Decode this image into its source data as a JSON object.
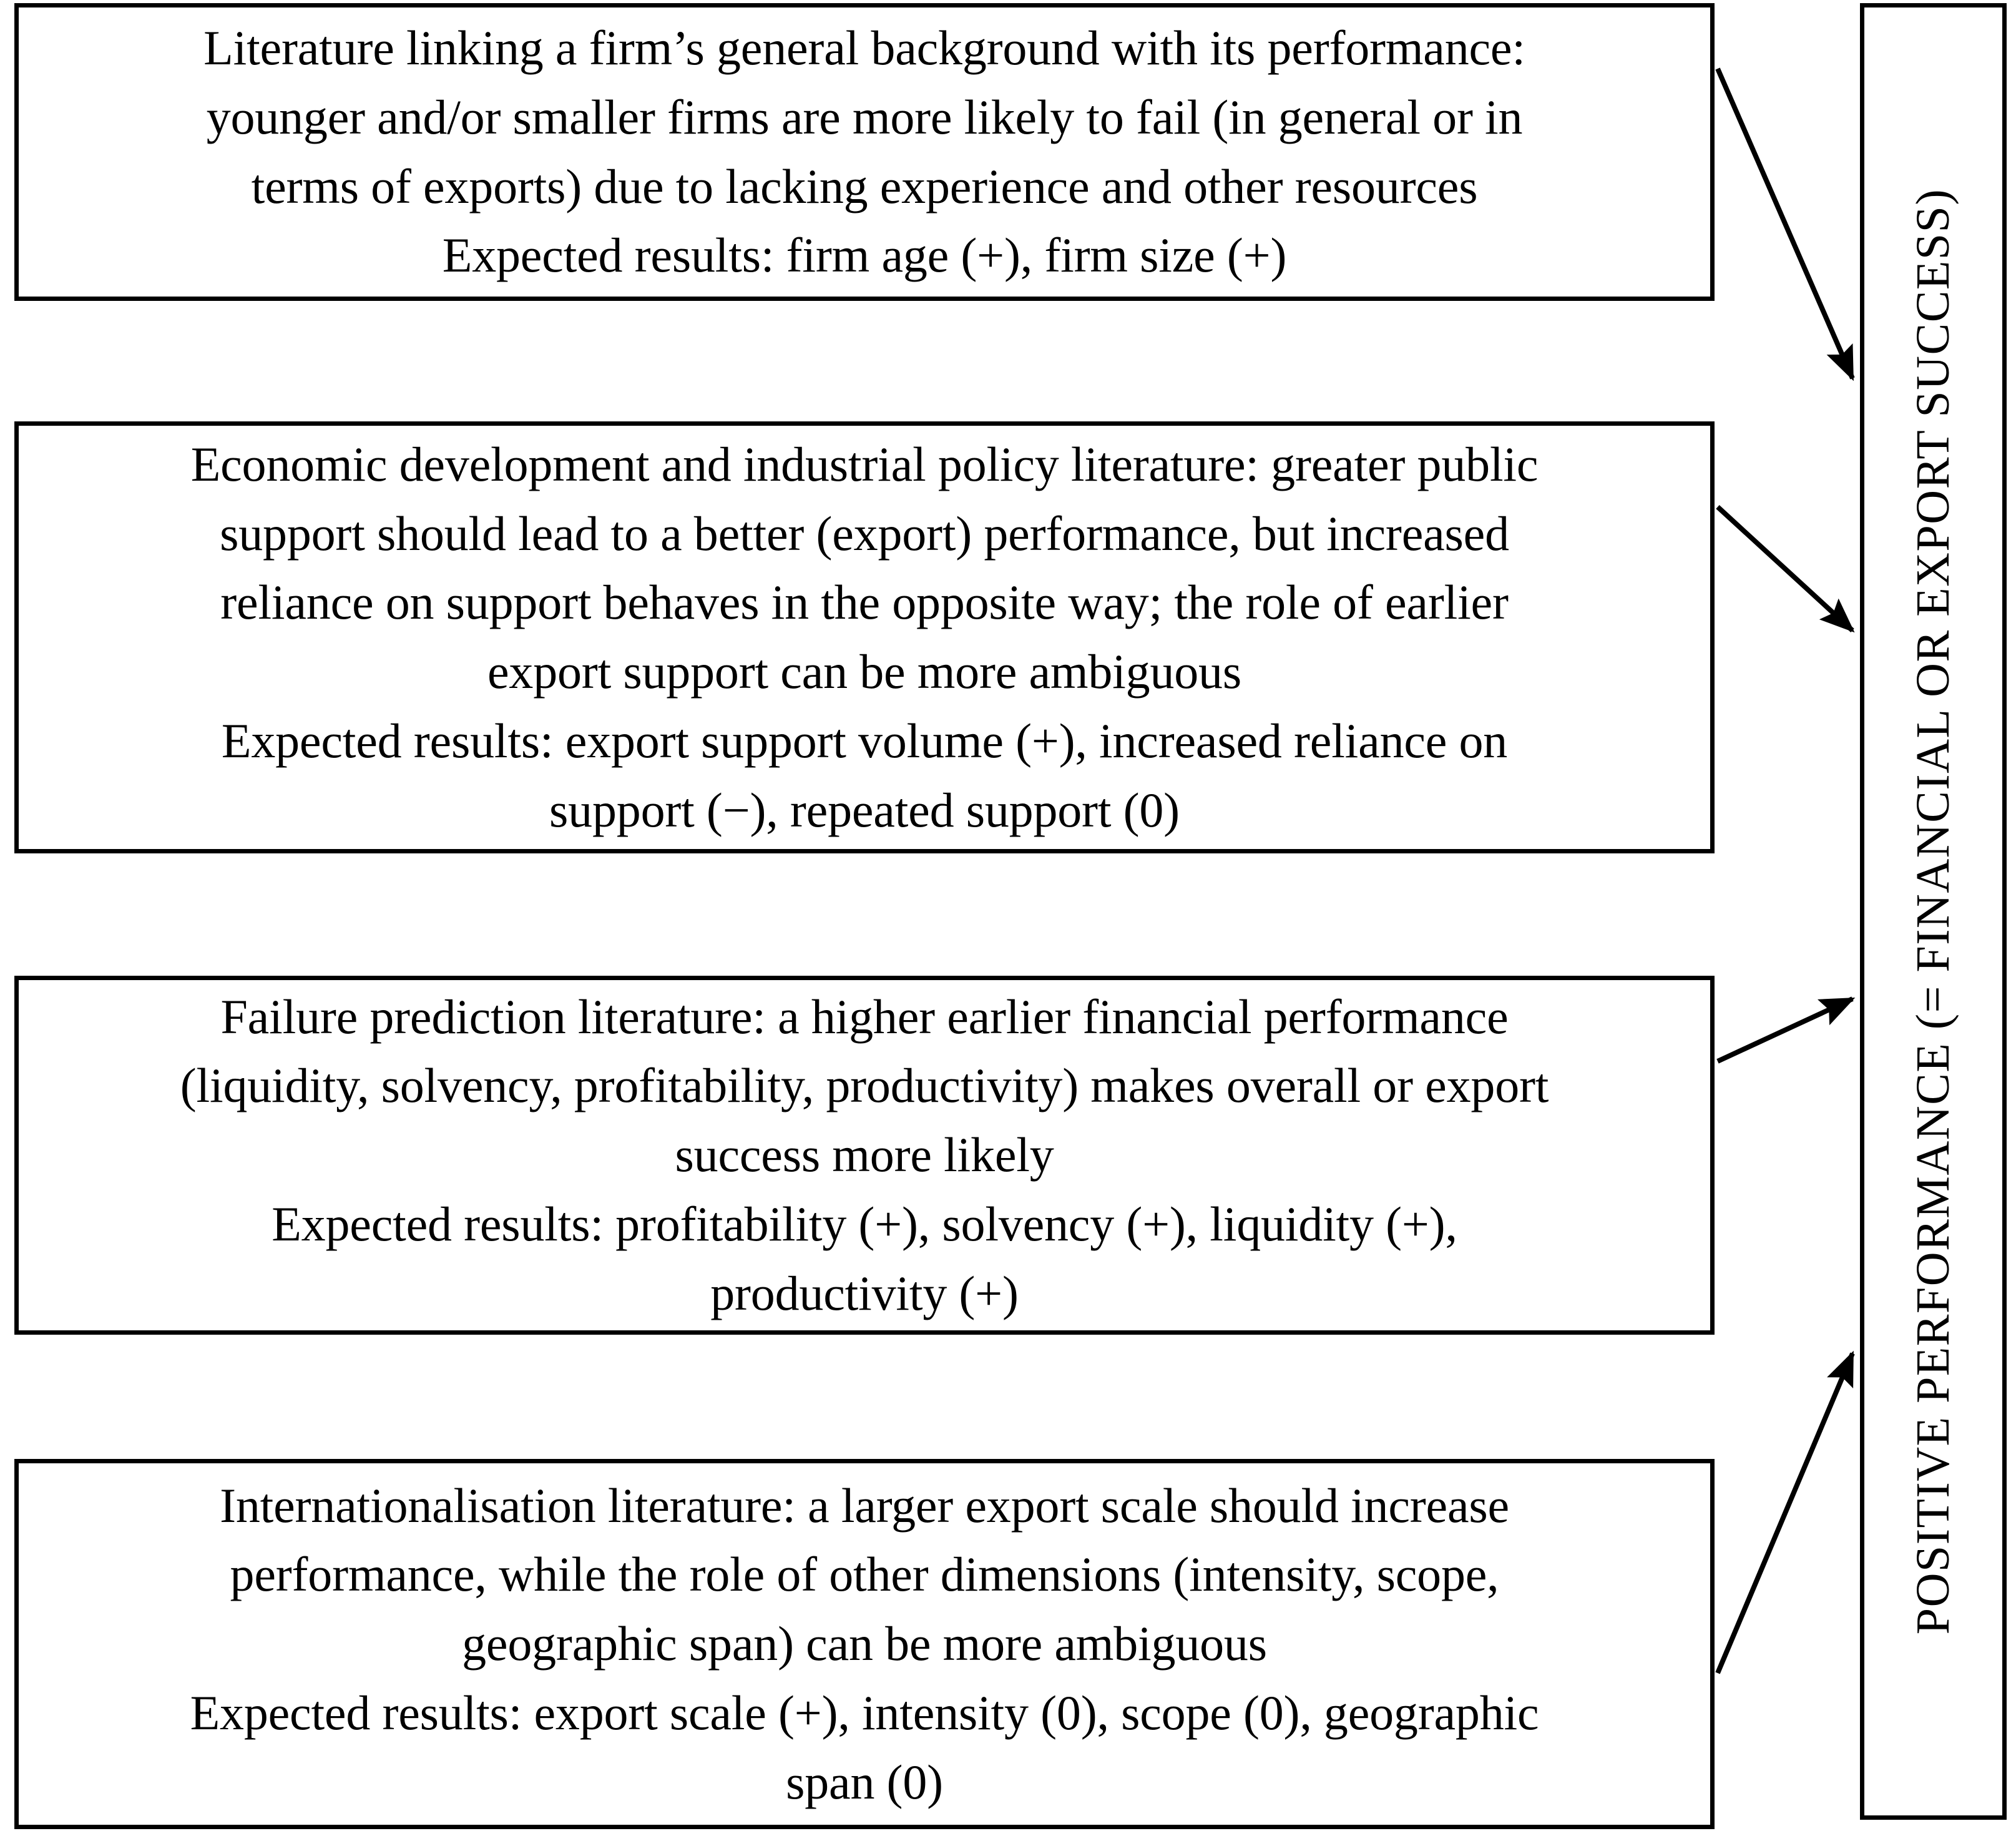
{
  "figure": {
    "type": "conceptual-framework-diagram",
    "orientation": "four antecedent literature boxes on the left, each with an arrow pointing to a single outcome panel on the right"
  },
  "outcome": {
    "label": "POSITIVE PERFORMANCE (= FINANCIAL OR EXPORT SUCCESS)"
  },
  "boxes": [
    {
      "id": "general-background",
      "lines": [
        "Literature linking a firm’s general background with its performance:",
        "younger and/or smaller firms are more likely to fail (in general or in",
        "terms of exports) due to lacking experience and other resources",
        "Expected results: firm age (+), firm size (+)"
      ]
    },
    {
      "id": "economic-development-industrial-policy",
      "lines": [
        "Economic development and industrial policy literature: greater public",
        "support should lead to a better (export) performance, but increased",
        "reliance on support behaves in the opposite way; the role of earlier",
        "export support can be more ambiguous",
        "Expected results: export support volume (+), increased reliance on",
        "support (−), repeated support (0)"
      ]
    },
    {
      "id": "failure-prediction",
      "lines": [
        "Failure prediction literature: a higher earlier financial performance",
        "(liquidity, solvency, profitability, productivity) makes overall or export",
        "success more likely",
        "Expected results: profitability (+), solvency (+), liquidity (+),",
        "productivity (+)"
      ]
    },
    {
      "id": "internationalisation",
      "lines": [
        "Internationalisation literature: a larger export scale should increase",
        "performance, while the role of other dimensions (intensity, scope,",
        "geographic span) can be more ambiguous",
        "Expected results: export scale (+), intensity (0), scope (0), geographic",
        "span (0)"
      ]
    }
  ],
  "arrows": [
    {
      "id": "arrow-box-1-to-outcome",
      "from": "general-background",
      "to": "outcome",
      "direction": "down-right"
    },
    {
      "id": "arrow-box-2-to-outcome",
      "from": "economic-development-industrial-policy",
      "to": "outcome",
      "direction": "down-right"
    },
    {
      "id": "arrow-box-3-to-outcome",
      "from": "failure-prediction",
      "to": "outcome",
      "direction": "up-right"
    },
    {
      "id": "arrow-box-4-to-outcome",
      "from": "internationalisation",
      "to": "outcome",
      "direction": "up-right"
    }
  ],
  "colors": {
    "stroke": "#000000",
    "background": "#ffffff",
    "text": "#000000"
  }
}
